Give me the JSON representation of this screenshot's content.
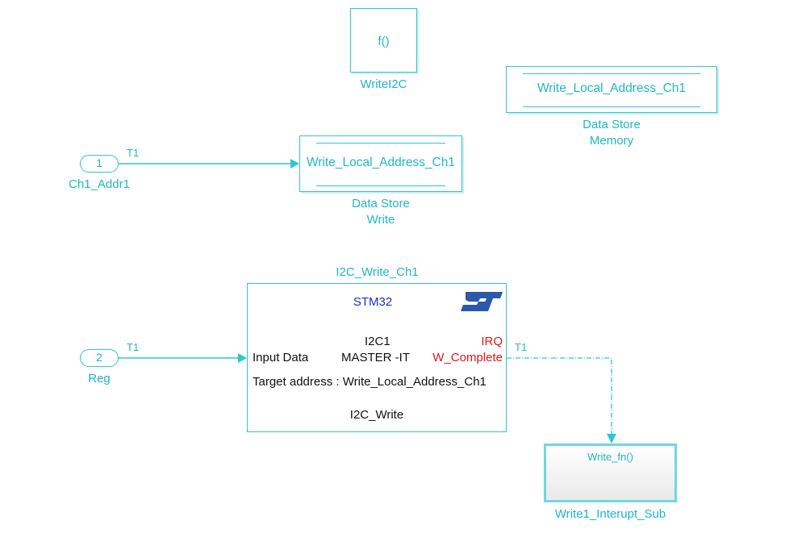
{
  "colors": {
    "line": "#2ec7cf",
    "label": "#1fb7c4",
    "irq_text": "#e0161a",
    "stm32_text": "#1a2fd0",
    "st_logo": "#2a5aa8"
  },
  "fcn_block": {
    "text": "f()",
    "name": "WriteI2C",
    "icon": "function-call-trigger"
  },
  "ds_memory": {
    "variable": "Write_Local_Address_Ch1",
    "name_line1": "Data Store",
    "name_line2": "Memory"
  },
  "ds_write": {
    "variable": "Write_Local_Address_Ch1",
    "name_line1": "Data Store",
    "name_line2": "Write"
  },
  "inport1": {
    "number": "1",
    "name": "Ch1_Addr1",
    "signal": "T1"
  },
  "inport2": {
    "number": "2",
    "name": "Reg",
    "signal": "T1"
  },
  "i2c_block": {
    "title": "I2C_Write_Ch1",
    "vendor": "STM32",
    "logo_icon": "st-logo",
    "peripheral": "I2C1",
    "mode": "MASTER -IT",
    "input_port": "Input Data",
    "irq_label": "IRQ",
    "irq_port": "W_Complete",
    "target_address": "Target address : Write_Local_Address_Ch1",
    "function": "I2C_Write",
    "output_signal": "T1"
  },
  "subsystem": {
    "trigger": "Write_fn()",
    "name": "Write1_Interupt_Sub"
  }
}
